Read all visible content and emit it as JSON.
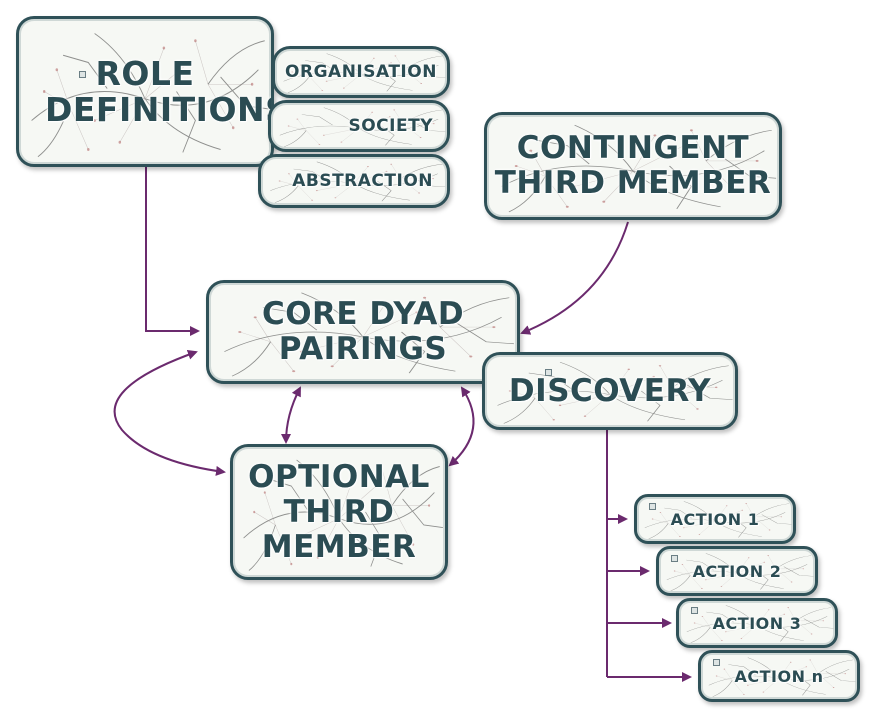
{
  "diagram": {
    "nodes": {
      "role_definitions": "ROLE DEFINITIONS",
      "organisation": "ORGANISATION",
      "society": "SOCIETY",
      "abstraction": "ABSTRACTION",
      "contingent_third_member": "CONTINGENT THIRD MEMBER",
      "core_dyad_pairings": "CORE DYAD PAIRINGS",
      "discovery": "DISCOVERY",
      "optional_third_member": "OPTIONAL THIRD MEMBER",
      "action_1": "ACTION 1",
      "action_2": "ACTION 2",
      "action_3": "ACTION 3",
      "action_n": "ACTION n"
    },
    "edges": [
      {
        "from": "role_definitions",
        "to": "core_dyad_pairings",
        "direction": "forward"
      },
      {
        "from": "contingent_third_member",
        "to": "core_dyad_pairings",
        "direction": "forward"
      },
      {
        "from": "core_dyad_pairings",
        "to": "optional_third_member",
        "direction": "both"
      },
      {
        "from": "discovery",
        "to": "action_1",
        "direction": "forward"
      },
      {
        "from": "discovery",
        "to": "action_2",
        "direction": "forward"
      },
      {
        "from": "discovery",
        "to": "action_3",
        "direction": "forward"
      },
      {
        "from": "discovery",
        "to": "action_n",
        "direction": "forward"
      }
    ],
    "colors": {
      "arrow": "#6b2a6e",
      "box_border": "#2f5158",
      "text": "#2b4c53"
    }
  }
}
